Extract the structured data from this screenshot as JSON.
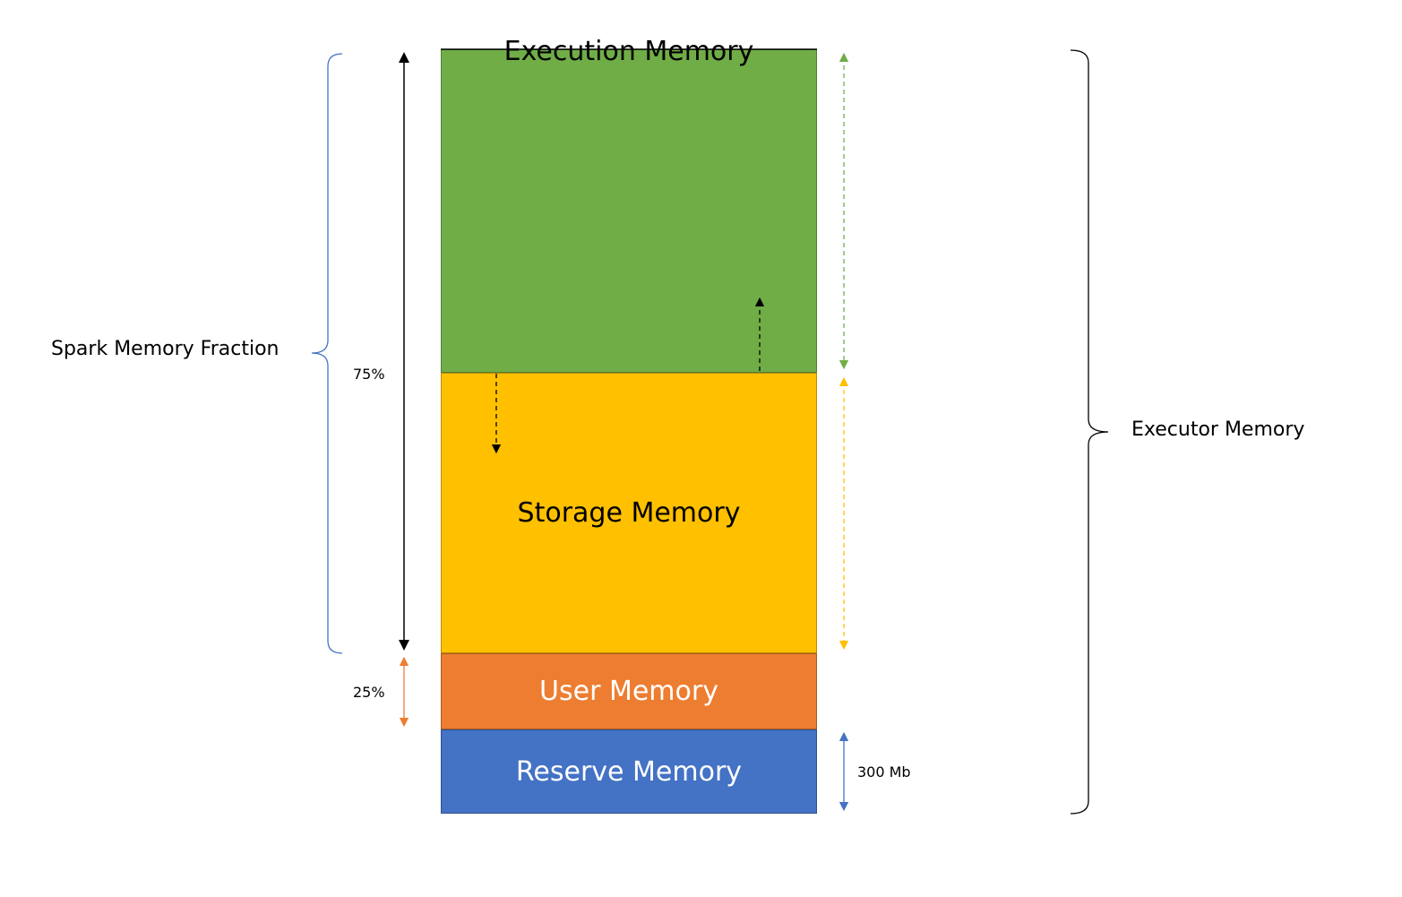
{
  "blocks": {
    "execution": "Execution Memory",
    "storage": "Storage Memory",
    "user": "User Memory",
    "reserve": "Reserve Memory"
  },
  "labels": {
    "spark_memory_fraction": "Spark Memory Fraction",
    "executor_memory": "Executor Memory",
    "fraction_75": "75%",
    "fraction_25": "25%",
    "reserve_size": "300 Mb"
  },
  "colors": {
    "execution": "#70ad47",
    "storage": "#ffc000",
    "user": "#ed7d31",
    "reserve": "#4472c4",
    "brace_spark": "#4472c4",
    "brace_executor": "#000000"
  }
}
